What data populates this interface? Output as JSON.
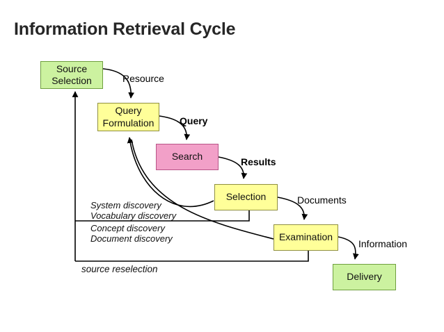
{
  "title": "Information Retrieval Cycle",
  "colors": {
    "green_fill": "#ccf2a0",
    "green_border": "#6f9f3f",
    "yellow_fill": "#ffff99",
    "yellow_border": "#8f8f3f",
    "pink_fill": "#f2a0c8",
    "pink_border": "#b85487",
    "line": "#000000"
  },
  "nodes": [
    {
      "id": "source-selection",
      "label": "Source Selection",
      "type": "green"
    },
    {
      "id": "query-formulation",
      "label": "Query Formulation",
      "type": "yellow"
    },
    {
      "id": "search",
      "label": "Search",
      "type": "pink"
    },
    {
      "id": "selection",
      "label": "Selection",
      "type": "yellow"
    },
    {
      "id": "examination",
      "label": "Examination",
      "type": "yellow"
    },
    {
      "id": "delivery",
      "label": "Delivery",
      "type": "green"
    }
  ],
  "edges": [
    {
      "from": "source-selection",
      "to": "query-formulation",
      "label": "Resource",
      "bold": false
    },
    {
      "from": "query-formulation",
      "to": "search",
      "label": "Query",
      "bold": true
    },
    {
      "from": "search",
      "to": "selection",
      "label": "Results",
      "bold": true
    },
    {
      "from": "selection",
      "to": "examination",
      "label": "Documents",
      "bold": false
    },
    {
      "from": "examination",
      "to": "delivery",
      "label": "Information",
      "bold": false
    },
    {
      "from": "selection",
      "to": "query-formulation",
      "label": "",
      "bold": false
    },
    {
      "from": "examination",
      "to": "query-formulation",
      "label": "",
      "bold": false
    },
    {
      "from": "selection",
      "to": "source-selection",
      "label": "",
      "bold": false
    },
    {
      "from": "examination",
      "to": "source-selection",
      "label": "",
      "bold": false
    }
  ],
  "annotations": {
    "discovery": [
      "System discovery",
      "Vocabulary discovery",
      "Concept discovery",
      "Document discovery"
    ],
    "reselection": "source reselection"
  }
}
